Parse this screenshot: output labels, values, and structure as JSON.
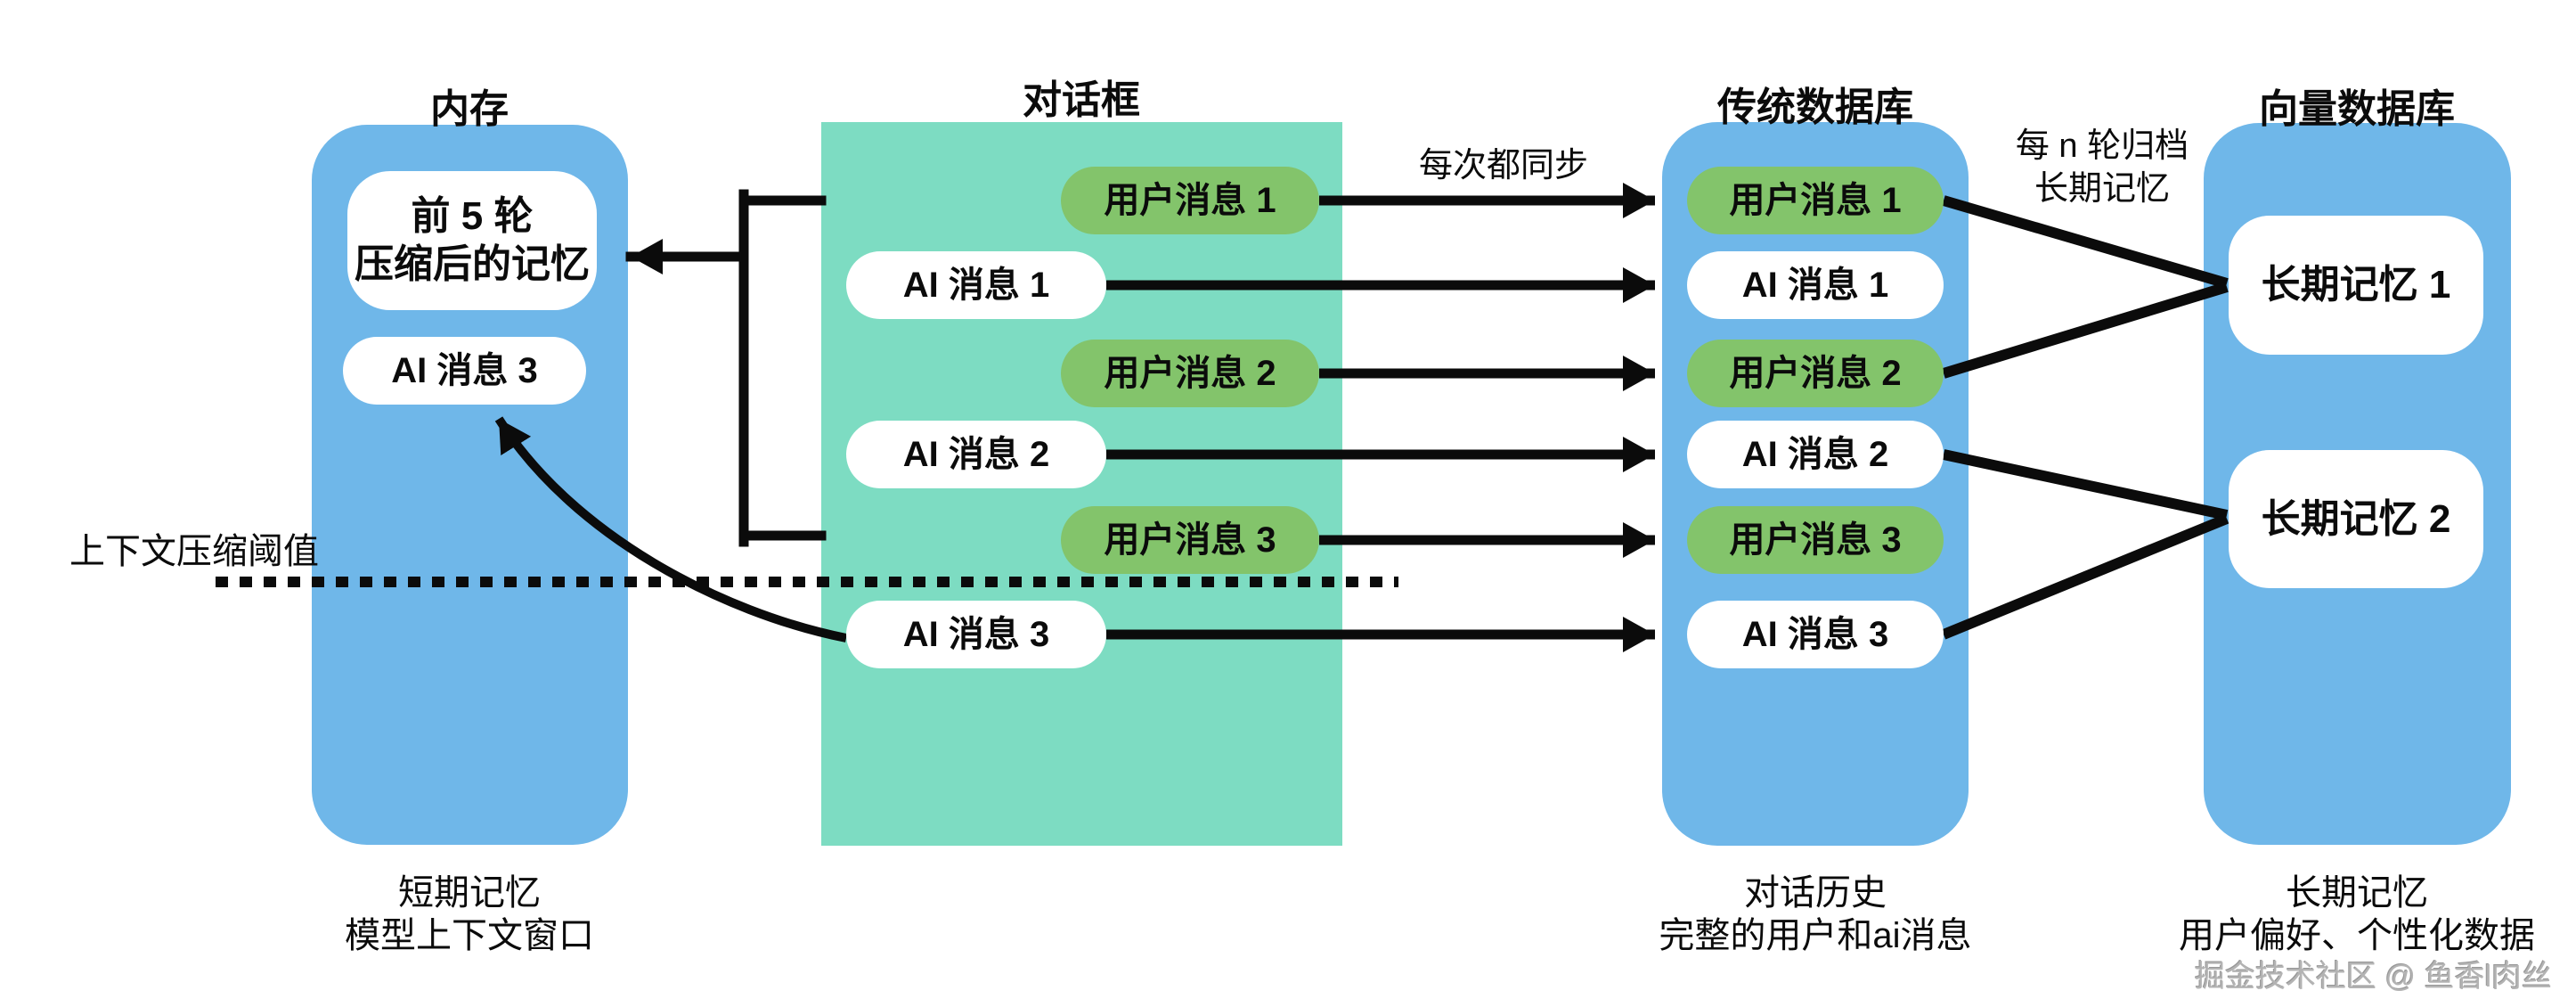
{
  "colors": {
    "box_blue": "#6FB7E9",
    "dialog_teal": "#7DDCC2",
    "user_green": "#83C46B",
    "line_black": "#0B0B0B",
    "watermark_gray": "#B3B3B3"
  },
  "memory": {
    "title": "内存",
    "summary_line1": "前 5 轮",
    "summary_line2": "压缩后的记忆",
    "pill": "AI 消息 3",
    "footer_line1": "短期记忆",
    "footer_line2": "模型上下文窗口"
  },
  "dialog": {
    "title": "对话框",
    "messages": [
      {
        "label": "用户消息 1",
        "type": "user"
      },
      {
        "label": "AI 消息 1",
        "type": "ai"
      },
      {
        "label": "用户消息 2",
        "type": "user"
      },
      {
        "label": "AI 消息 2",
        "type": "ai"
      },
      {
        "label": "用户消息 3",
        "type": "user"
      },
      {
        "label": "AI 消息 3",
        "type": "ai"
      }
    ]
  },
  "db": {
    "title": "传统数据库",
    "messages": [
      {
        "label": "用户消息 1",
        "type": "user"
      },
      {
        "label": "AI 消息 1",
        "type": "ai"
      },
      {
        "label": "用户消息 2",
        "type": "user"
      },
      {
        "label": "AI 消息 2",
        "type": "ai"
      },
      {
        "label": "用户消息 3",
        "type": "user"
      },
      {
        "label": "AI 消息 3",
        "type": "ai"
      }
    ],
    "footer_line1": "对话历史",
    "footer_line2": "完整的用户和ai消息"
  },
  "vector": {
    "title": "向量数据库",
    "items": [
      {
        "label": "长期记忆 1"
      },
      {
        "label": "长期记忆 2"
      }
    ],
    "footer_line1": "长期记忆",
    "footer_line2": "用户偏好、个性化数据"
  },
  "annotations": {
    "sync_label": "每次都同步",
    "archive_line1": "每 n 轮归档",
    "archive_line2": "长期记忆",
    "threshold_label": "上下文压缩阈值",
    "watermark": "掘金技术社区 @ 鱼香l肉丝"
  }
}
